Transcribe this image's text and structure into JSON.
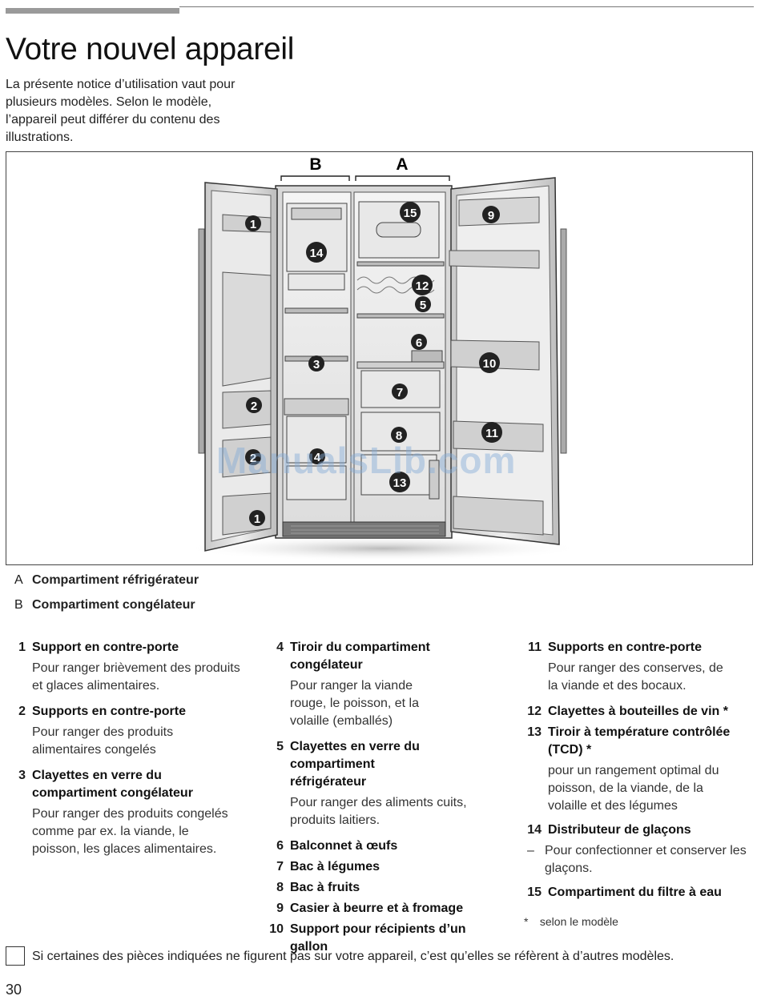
{
  "page": {
    "title": "Votre nouvel appareil",
    "intro": "La présente notice d’utilisation vaut pour plusieurs modèles. Selon le modèle, l’appareil peut différer du contenu des illustrations.",
    "page_number": "30",
    "watermark": "ManualsLib.com"
  },
  "figure": {
    "label_b": "B",
    "label_a": "A",
    "callouts": [
      "1",
      "14",
      "15",
      "9",
      "12",
      "5",
      "6",
      "3",
      "10",
      "7",
      "2",
      "8",
      "11",
      "4",
      "13",
      "2",
      "1"
    ]
  },
  "legend": [
    {
      "key": "A",
      "text": "Compartiment réfrigérateur"
    },
    {
      "key": "B",
      "text": "Compartiment congélateur"
    }
  ],
  "items": {
    "col1": [
      {
        "num": "1",
        "title": "Support en contre-porte",
        "desc": "Pour ranger brièvement des produits et glaces alimentaires."
      },
      {
        "num": "2",
        "title": "Supports en contre-porte",
        "desc": "Pour ranger des produits alimentaires congelés"
      },
      {
        "num": "3",
        "title": "Clayettes en verre du compartiment congélateur",
        "desc": "Pour ranger des produits congelés comme par ex. la viande, le poisson, les glaces alimentaires."
      }
    ],
    "col2": [
      {
        "num": "4",
        "title": "Tiroir du compartiment congélateur",
        "desc": "Pour ranger la viande rouge, le poisson, et la volaille (emballés)"
      },
      {
        "num": "5",
        "title": "Clayettes en verre du compartiment réfrigérateur",
        "desc": "Pour ranger des aliments cuits, produits laitiers."
      },
      {
        "num": "6",
        "title": "Balconnet à œufs"
      },
      {
        "num": "7",
        "title": "Bac à légumes"
      },
      {
        "num": "8",
        "title": "Bac à fruits"
      },
      {
        "num": "9",
        "title": "Casier à beurre et à fromage"
      },
      {
        "num": "10",
        "title": "Support pour récipients d’un gallon"
      }
    ],
    "col3": [
      {
        "num": "11",
        "title": "Supports en contre-porte",
        "desc": "Pour ranger des conserves, de la viande et des bocaux."
      },
      {
        "num": "12",
        "title": "Clayettes à bouteilles de vin *"
      },
      {
        "num": "13",
        "title": "Tiroir à température contrôlée (TCD) *",
        "desc": "pour un rangement optimal du poisson, de la viande, de la volaille et des légumes"
      },
      {
        "num": "14",
        "title": "Distributeur de glaçons"
      },
      {
        "num": "15",
        "title": "Compartiment du filtre à eau"
      }
    ],
    "col3_note": {
      "dash": "–",
      "text": "Pour confectionner et conserver les glaçons."
    },
    "footnote": {
      "star": "*",
      "text": "selon le modèle"
    }
  },
  "checkbox_note": "Si certaines des pièces indiquées ne figurent pas sur votre appareil, c’est qu’elles se réfèrent à d’autres modèles."
}
